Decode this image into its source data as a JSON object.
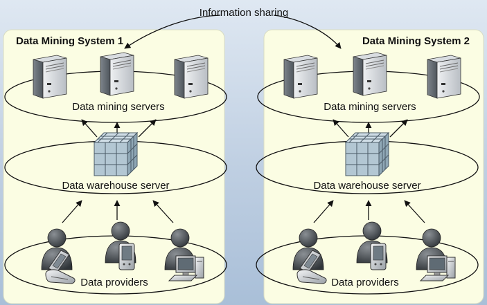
{
  "info_label": "Information sharing",
  "systems": [
    {
      "title": "Data Mining System 1",
      "servers_label": "Data mining servers",
      "warehouse_label": "Data warehouse server",
      "providers_label": "Data providers"
    },
    {
      "title": "Data Mining System 2",
      "servers_label": "Data mining servers",
      "warehouse_label": "Data warehouse server",
      "providers_label": "Data providers"
    }
  ],
  "icons": [
    "server-icon",
    "data-cube-icon",
    "person-icon",
    "mobile-phone-icon",
    "pda-icon",
    "desktop-computer-icon"
  ],
  "colors": {
    "panel_fill": "#fbfde3",
    "ellipse_stroke": "#111111",
    "background_top": "#dfe8f2",
    "background_bottom": "#a9bfd8"
  }
}
